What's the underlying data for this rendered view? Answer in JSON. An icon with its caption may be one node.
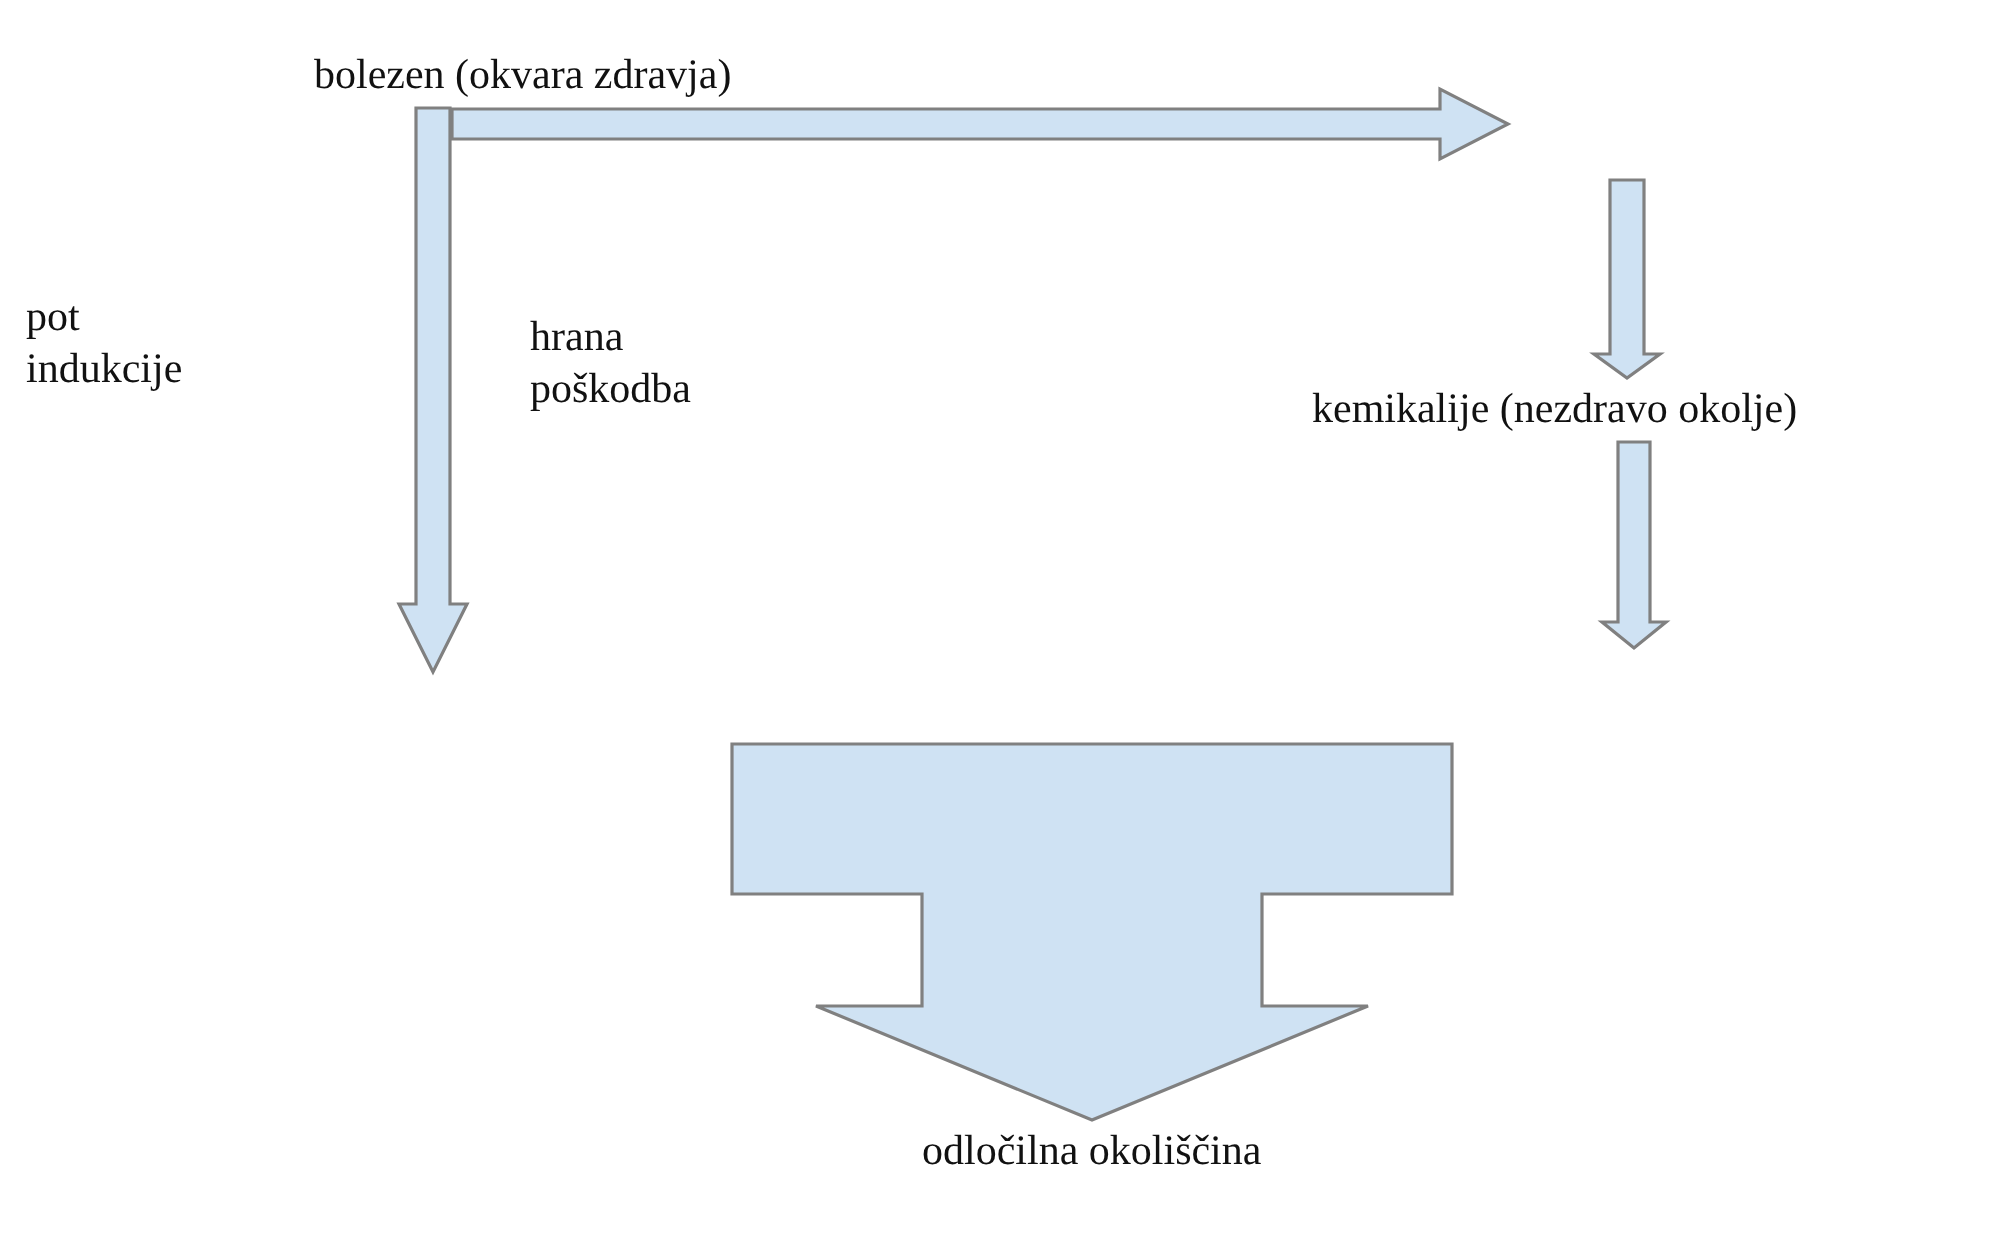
{
  "diagram": {
    "nodes": [
      {
        "text": [
          "bolezen (okvara zdravja)"
        ]
      },
      {
        "text": [
          "kemikalije (nezdravo okolje)"
        ]
      },
      {
        "text": [
          "odločilna okoliščina"
        ]
      }
    ],
    "edges": [
      {
        "from": 0,
        "to": null,
        "arrow": "to"
      },
      {
        "from": 0,
        "to": null,
        "arrow": "to"
      },
      {
        "from": null,
        "to": 1,
        "arrow": "to"
      },
      {
        "from": 1,
        "to": null,
        "arrow": "to"
      },
      {
        "from": null,
        "to": 2,
        "arrow": "to"
      }
    ],
    "labels": [
      "pot indukcije",
      "hrana poškodba"
    ]
  }
}
